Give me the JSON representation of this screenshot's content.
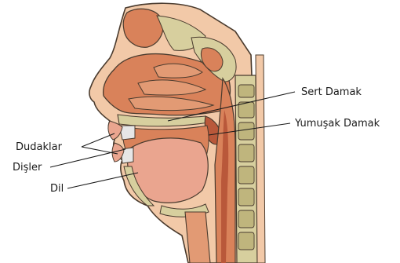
{
  "labels": {
    "hard_palate": "Sert Damak",
    "soft_palate": "Yumuşak Damak",
    "lips": "Dudaklar",
    "teeth": "Dişler",
    "tongue": "Dil"
  },
  "colors": {
    "skin": "#f2c9a8",
    "skin_outline": "#4a3b2e",
    "bone": "#d7cf9e",
    "bone_dark": "#bfb57d",
    "cavity_tissue": "#d9825a",
    "cavity_deep": "#b9583a",
    "tongue": "#eaa58f",
    "teeth": "#e6e6e6",
    "leader_line": "#1a1a1a"
  }
}
